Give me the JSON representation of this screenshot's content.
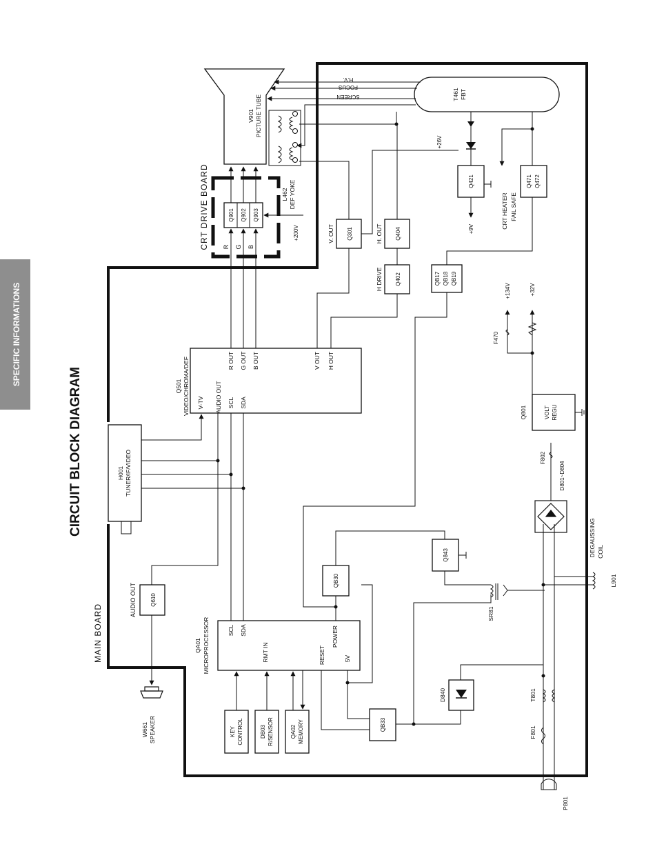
{
  "page": {
    "title": "CIRCUIT BLOCK DIAGRAM",
    "side_tab": "SPECIFIC INFORMATIONS",
    "main_board_label": "MAIN BOARD",
    "crt_board_label": "CRT DRIVE BOARD"
  },
  "colors": {
    "ink": "#111111",
    "tab_bg": "#8e8e8e",
    "tab_text": "#ffffff",
    "paper": "#ffffff"
  },
  "blocks": {
    "picture_tube": {
      "ref": "V901",
      "name": "PICTURE TUBE"
    },
    "fbt": {
      "ref": "T461",
      "name": "FBT"
    },
    "yoke": {
      "ref": "L462",
      "name": "DEF YOKE"
    },
    "q901": "Q901",
    "q902": "Q902",
    "q903": "Q903",
    "v_out": {
      "label": "V. OUT",
      "ref": "Q301"
    },
    "h_out": {
      "label": "H. OUT",
      "ref": "Q404"
    },
    "h_drive": {
      "label": "H DRIVE",
      "ref": "Q402"
    },
    "q421": "Q421",
    "failsafe": {
      "label1": "CRT HEATER",
      "label2": "FAIL SAFE",
      "ref1": "Q471",
      "ref2": "Q472"
    },
    "qb17": {
      "r1": "QB17",
      "r2": "QB18",
      "r3": "QB19"
    },
    "q501": {
      "ref": "Q501",
      "name": "VIDEO/CHROMA/DEF",
      "pins": {
        "vtv": "V-TV",
        "audio_out": "AUDIO OUT",
        "scl": "SCL",
        "sda": "SDA",
        "r_out": "R  OUT",
        "g_out": "G  OUT",
        "b_out": "B  OUT",
        "v_out": "V  OUT",
        "h_out": "H  OUT"
      }
    },
    "h001": {
      "ref": "H001",
      "name": "TUNER/IF/VIDEO"
    },
    "q610": {
      "label": "AUDIO OUT",
      "ref": "Q610"
    },
    "speaker": {
      "ref": "W661",
      "name": "SPEAKER"
    },
    "qa01": {
      "ref": "QA01",
      "name": "MICROPROCESSOR",
      "pins": {
        "scl": "SCL",
        "sda": "SDA",
        "rmt": "RMT IN",
        "reset": "RESET",
        "power": "POWER",
        "v5": "5V"
      }
    },
    "key_control": {
      "l1": "KEY",
      "l2": "CONTROL"
    },
    "db03": {
      "l1": "DB03",
      "l2": "R/SENSOR"
    },
    "qa02": {
      "l1": "QA02",
      "l2": "MEMORY"
    },
    "qb30": "QB30",
    "qb33": "QB33",
    "q843": "Q843",
    "d840": "D840",
    "q801": {
      "ref": "Q801",
      "name1": "VOLT",
      "name2": "REGU"
    },
    "degauss": {
      "l1": "DEGAUSSING",
      "l2": "COIL",
      "ref": "L901"
    },
    "sr81": "SR81",
    "t801": "T801",
    "f801": "F801",
    "p801": "P801",
    "f802": "F802",
    "f470": "F470",
    "bridge": "D801~D804"
  },
  "signals": {
    "hv": "H.V.",
    "focus": "FOCUS",
    "screen": "SCREEN",
    "v26": "+26V",
    "v200": "+200V",
    "v9": "+9V",
    "v134": "+134V",
    "v32": "+32V",
    "r": "R",
    "g": "G",
    "b": "B"
  }
}
